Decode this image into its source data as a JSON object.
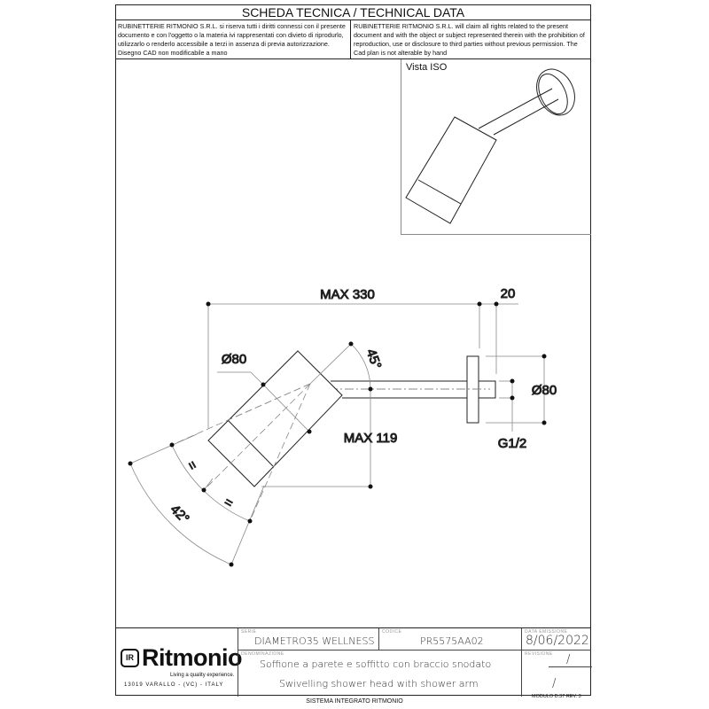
{
  "header": {
    "title": "SCHEDA TECNICA / TECHNICAL DATA",
    "disclaimer_it": "RUBINETTERIE RITMONIO S.R.L. si riserva tutti i diritti connessi con il presente documento e con l'oggetto o la materia ivi rappresentati con divieto di riprodurlo, utilizzarlo o renderlo accessibile a terzi in assenza di previa autorizzazione. Disegno CAD non modificabile a mano",
    "disclaimer_en": "RUBINETTERIE RITMONIO S.R.L. will claim all rights related to the present document and with the object or subject represented therein with the prohibition  of reproduction, use or disclosure to third parties without previous permission.  The Cad plan is not alterable by hand"
  },
  "iso_view": {
    "label": "Vista ISO"
  },
  "drawing": {
    "max_length": "MAX 330",
    "flange_depth": "20",
    "head_diameter": "Ø80",
    "angle_tilt": "45°",
    "max_drop": "MAX 119",
    "flange_diameter": "Ø80",
    "thread": "G1/2",
    "spray_angle": "42°",
    "equal_1": "=",
    "equal_2": "="
  },
  "title_block": {
    "brand": "Ritmonio",
    "tagline": "Living a quality experience.",
    "address": "13019 VARALLO - (VC) - ITALY",
    "serie_label": "SERIE",
    "serie": "DIAMETRO35  WELLNESS",
    "codice_label": "CODICE",
    "codice": "PR5575AA02",
    "data_label": "DATA EMISSIONE",
    "data": "8/06/2022",
    "denominazione_label": "DENOMINAZIONE",
    "desc_it": "Soffione a parete e soffitto con braccio snodato",
    "desc_en": "Swivelling shower head with shower arm",
    "revisione_label": "REVISIONE",
    "revisione": "/",
    "revisione_2": "/"
  },
  "footer": {
    "system": "SISTEMA INTEGRATO RITMONIO",
    "modulo": "MODULO D.37 REV. 3"
  }
}
